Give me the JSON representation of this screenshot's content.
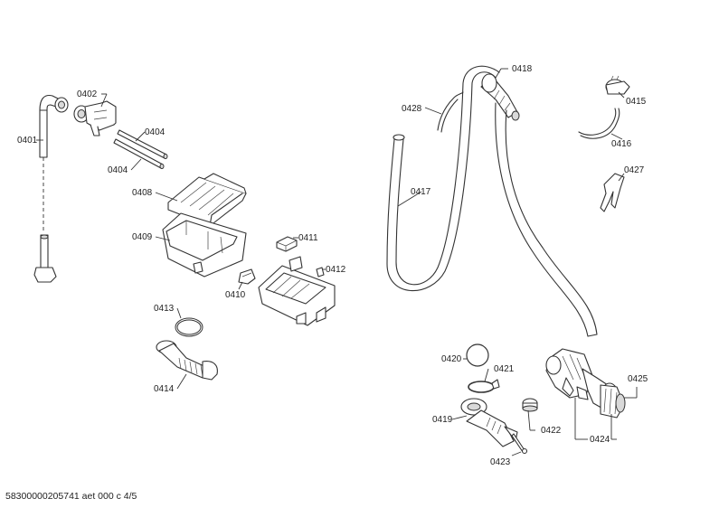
{
  "labels": {
    "p0401": "0401",
    "p0402": "0402",
    "p0404a": "0404",
    "p0404b": "0404",
    "p0408": "0408",
    "p0409": "0409",
    "p0410": "0410",
    "p0411": "0411",
    "p0412": "0412",
    "p0413": "0413",
    "p0414": "0414",
    "p0415": "0415",
    "p0416": "0416",
    "p0417": "0417",
    "p0418": "0418",
    "p0419": "0419",
    "p0420": "0420",
    "p0421": "0421",
    "p0422": "0422",
    "p0423": "0423",
    "p0424": "0424",
    "p0425": "0425",
    "p0427": "0427",
    "p0428": "0428"
  },
  "footer": "58300000205741 aet 000 c 4/5"
}
